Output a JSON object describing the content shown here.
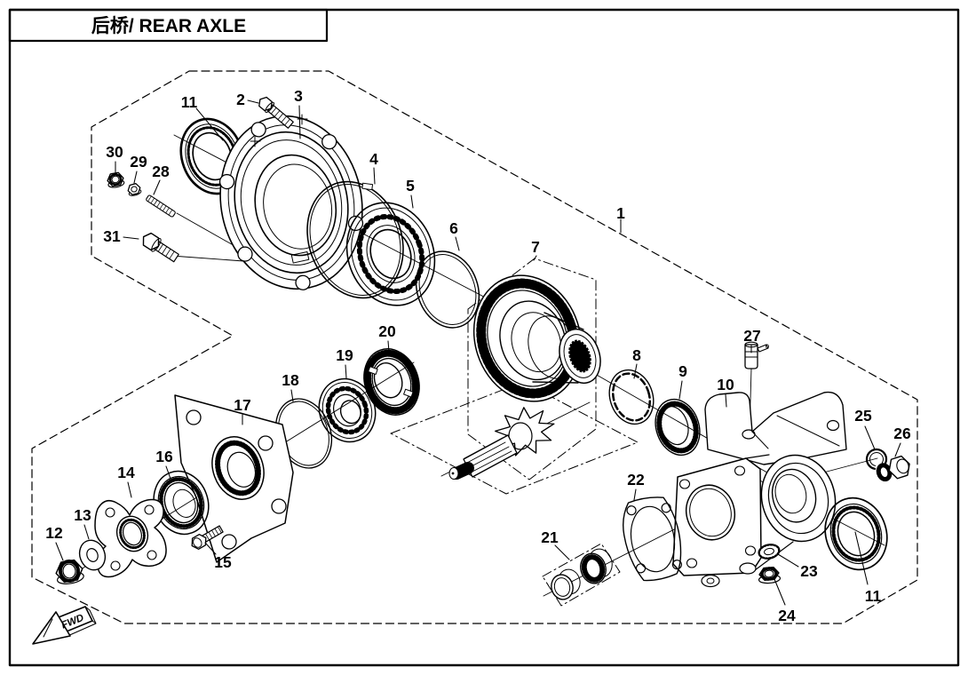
{
  "page": {
    "title": "后桥/ REAR AXLE",
    "direction_indicator": "FWD"
  },
  "colors": {
    "ink": "#000000",
    "paper": "#ffffff"
  },
  "callouts": {
    "c1": "1",
    "c2": "2",
    "c3": "3",
    "c4": "4",
    "c5": "5",
    "c6": "6",
    "c7": "7",
    "c8": "8",
    "c9": "9",
    "c10": "10",
    "c11a": "11",
    "c11b": "11",
    "c12": "12",
    "c13": "13",
    "c14": "14",
    "c15": "15",
    "c16": "16",
    "c17": "17",
    "c18": "18",
    "c19": "19",
    "c20": "20",
    "c21": "21",
    "c22": "22",
    "c23": "23",
    "c24": "24",
    "c25": "25",
    "c26": "26",
    "c27": "27",
    "c28": "28",
    "c29": "29",
    "c30": "30",
    "c31": "31"
  }
}
